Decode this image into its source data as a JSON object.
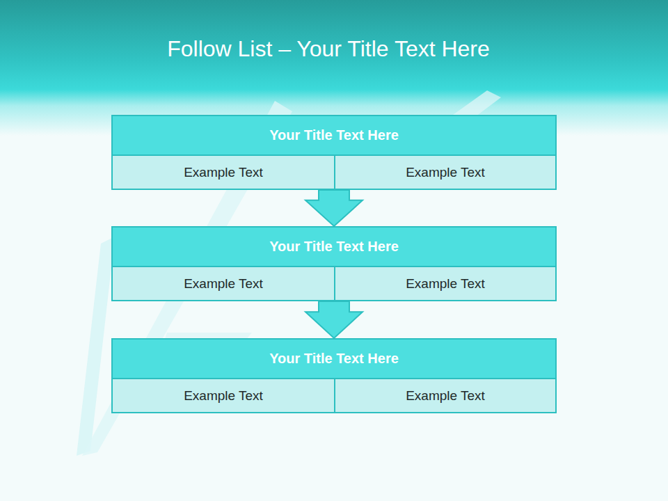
{
  "diagram": {
    "title": "Follow List – Your Title Text Here",
    "nodes": [
      {
        "text": [
          "Your Title Text Here"
        ]
      },
      {
        "text": [
          "Example Text"
        ],
        "in": 0
      },
      {
        "text": [
          "Example Text"
        ],
        "in": 0
      },
      {
        "text": [
          "Your Title Text Here"
        ]
      },
      {
        "text": [
          "Example Text"
        ],
        "in": 3
      },
      {
        "text": [
          "Example Text"
        ],
        "in": 3
      },
      {
        "text": [
          "Your Title Text Here"
        ]
      },
      {
        "text": [
          "Example Text"
        ],
        "in": 6
      },
      {
        "text": [
          "Example Text"
        ],
        "in": 6
      }
    ],
    "edges": [
      {
        "from": 0,
        "to": 3,
        "arrow": "to"
      },
      {
        "from": 3,
        "to": 6,
        "arrow": "to"
      }
    ]
  }
}
